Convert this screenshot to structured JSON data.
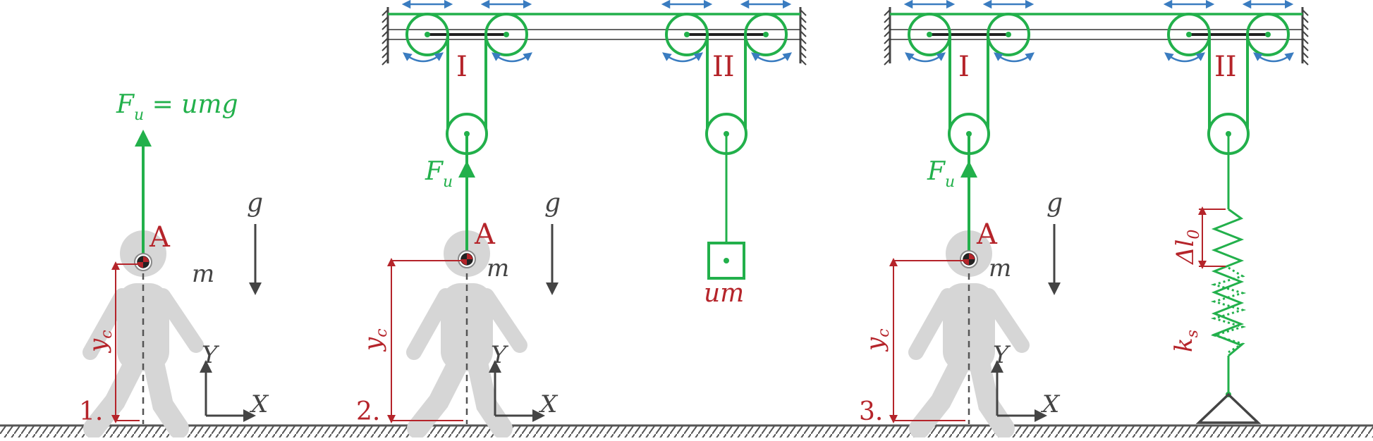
{
  "colors": {
    "green": "#22b04b",
    "red": "#b5242a",
    "blue": "#3a7cc0",
    "gray_figure": "#d6d6d6",
    "dark": "#444444",
    "ground": "#555555"
  },
  "icons": {
    "person": "walking-person-silhouette",
    "com_marker": "center-of-mass-icon",
    "pulley": "pulley-icon",
    "wall": "hatched-wall-icon",
    "ground": "hatched-ground-icon",
    "spring": "spring-icon",
    "support": "triangle-support-icon"
  },
  "panels": [
    {
      "number": "1.",
      "force_label": "F",
      "force_sub": "u",
      "force_eq": " = umg",
      "point": "A",
      "mass": "m",
      "gravity": "g",
      "height": "y",
      "height_sub": "c",
      "axis_x": "X",
      "axis_y": "Y"
    },
    {
      "number": "2.",
      "force_label": "F",
      "force_sub": "u",
      "point": "A",
      "mass": "m",
      "gravity": "g",
      "height": "y",
      "height_sub": "c",
      "axis_x": "X",
      "axis_y": "Y",
      "pulley_left": "I",
      "pulley_right": "II",
      "counterweight": "um"
    },
    {
      "number": "3.",
      "force_label": "F",
      "force_sub": "u",
      "point": "A",
      "mass": "m",
      "gravity": "g",
      "height": "y",
      "height_sub": "c",
      "axis_x": "X",
      "axis_y": "Y",
      "pulley_left": "I",
      "pulley_right": "II",
      "spring_pre": "Δl",
      "spring_pre_sub": "0",
      "spring_k": "k",
      "spring_k_sub": "s"
    }
  ]
}
